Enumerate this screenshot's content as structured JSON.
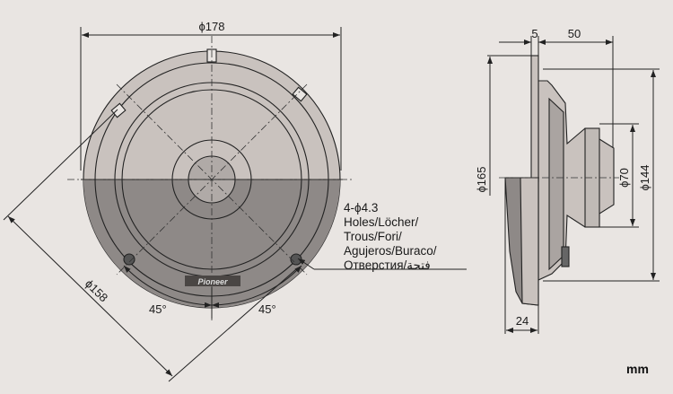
{
  "front_view": {
    "outer_diameter": "ϕ178",
    "mount_diameter": "ϕ158",
    "angle_left": "45°",
    "angle_right": "45°",
    "holes_label": [
      "4-ϕ4.3",
      "Holes/Löcher/",
      "Trous/Fori/",
      "Agujeros/Buraco/",
      "Отверстия/فتحة"
    ],
    "logo": "Pioneer"
  },
  "side_view": {
    "flange_thickness": "5",
    "mount_depth": "50",
    "cutout_diameter": "ϕ165",
    "magnet_diameter": "ϕ70",
    "frame_diameter": "ϕ144",
    "grille_depth": "24"
  },
  "unit": "mm",
  "colors": {
    "background": "#e9e5e2",
    "body": "#c9c2be",
    "shaded": "#8e8987"
  }
}
